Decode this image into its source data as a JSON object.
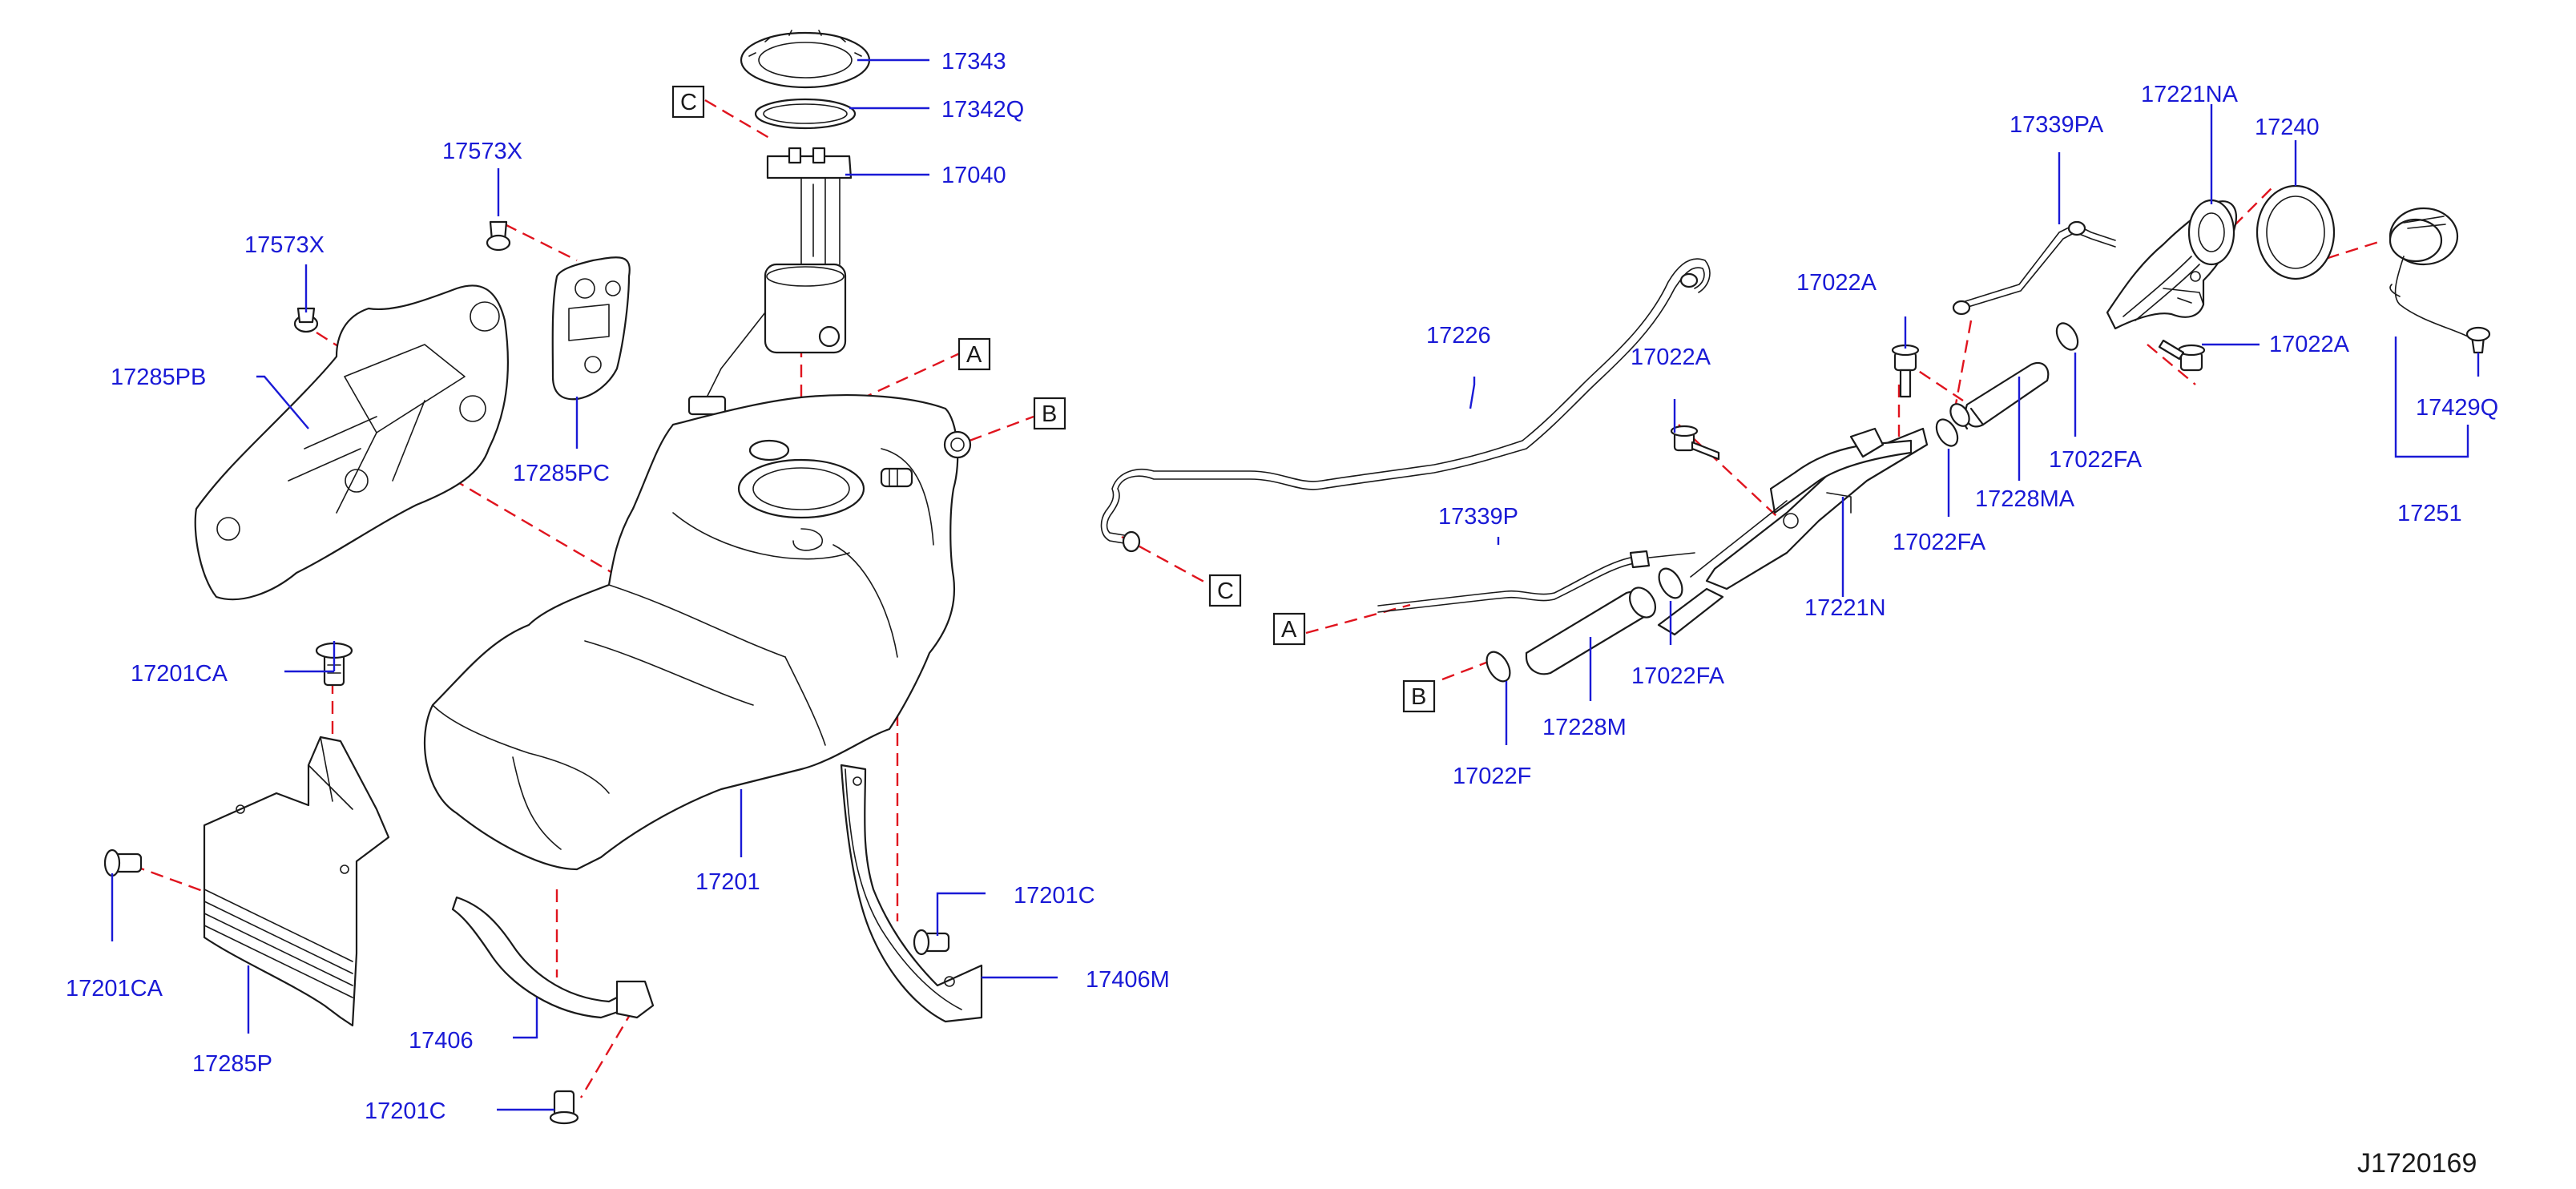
{
  "diagram": {
    "drawing_number": "J1720169",
    "callouts": [
      {
        "id": "17343",
        "text": "17343"
      },
      {
        "id": "17342q",
        "text": "17342Q"
      },
      {
        "id": "17040",
        "text": "17040"
      },
      {
        "id": "17573x-top",
        "text": "17573X"
      },
      {
        "id": "17573x-left",
        "text": "17573X"
      },
      {
        "id": "17285pb",
        "text": "17285PB"
      },
      {
        "id": "17285pc",
        "text": "17285PC"
      },
      {
        "id": "17201ca-top",
        "text": "17201CA"
      },
      {
        "id": "17201ca-left",
        "text": "17201CA"
      },
      {
        "id": "17285p",
        "text": "17285P"
      },
      {
        "id": "17406",
        "text": "17406"
      },
      {
        "id": "17201c-bottom",
        "text": "17201C"
      },
      {
        "id": "17201",
        "text": "17201"
      },
      {
        "id": "17201c-right",
        "text": "17201C"
      },
      {
        "id": "17406m",
        "text": "17406M"
      },
      {
        "id": "17226",
        "text": "17226"
      },
      {
        "id": "17339p",
        "text": "17339P"
      },
      {
        "id": "17022a-mid",
        "text": "17022A"
      },
      {
        "id": "17022a-top",
        "text": "17022A"
      },
      {
        "id": "17339pa",
        "text": "17339PA"
      },
      {
        "id": "17221na",
        "text": "17221NA"
      },
      {
        "id": "17240",
        "text": "17240"
      },
      {
        "id": "17022a-right",
        "text": "17022A"
      },
      {
        "id": "17022fa-a",
        "text": "17022FA"
      },
      {
        "id": "17228ma",
        "text": "17228MA"
      },
      {
        "id": "17022fa-b",
        "text": "17022FA"
      },
      {
        "id": "17221n",
        "text": "17221N"
      },
      {
        "id": "17022fa-c",
        "text": "17022FA"
      },
      {
        "id": "17228m",
        "text": "17228M"
      },
      {
        "id": "17022f",
        "text": "17022F"
      },
      {
        "id": "17429q",
        "text": "17429Q"
      },
      {
        "id": "17251",
        "text": "17251"
      }
    ],
    "references": [
      {
        "id": "ref-c-pump",
        "letter": "C"
      },
      {
        "id": "ref-a-tank",
        "letter": "A"
      },
      {
        "id": "ref-b-tank",
        "letter": "B"
      },
      {
        "id": "ref-c-tube",
        "letter": "C"
      },
      {
        "id": "ref-a-line",
        "letter": "A"
      },
      {
        "id": "ref-b-hose",
        "letter": "B"
      }
    ]
  }
}
